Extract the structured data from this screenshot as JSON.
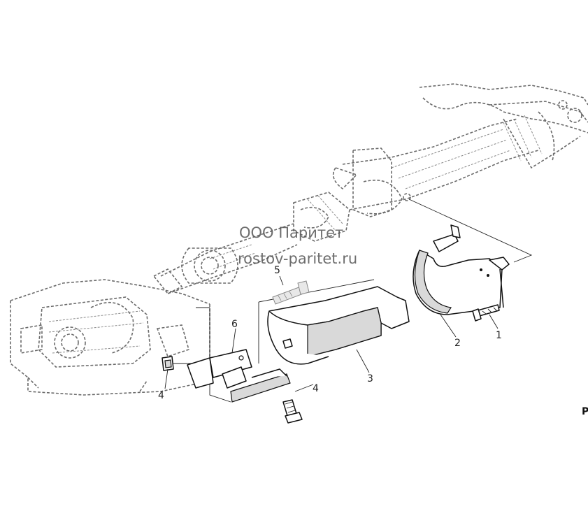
{
  "watermark": {
    "company": "ООО Паритет",
    "site": "rostov-paritet.ru"
  },
  "callouts": [
    {
      "id": "1",
      "label": "1"
    },
    {
      "id": "2",
      "label": "2"
    },
    {
      "id": "3",
      "label": "3"
    },
    {
      "id": "4a",
      "label": "4"
    },
    {
      "id": "4b",
      "label": "4"
    },
    {
      "id": "5",
      "label": "5"
    },
    {
      "id": "6",
      "label": "6"
    }
  ],
  "edge_letter": "P"
}
